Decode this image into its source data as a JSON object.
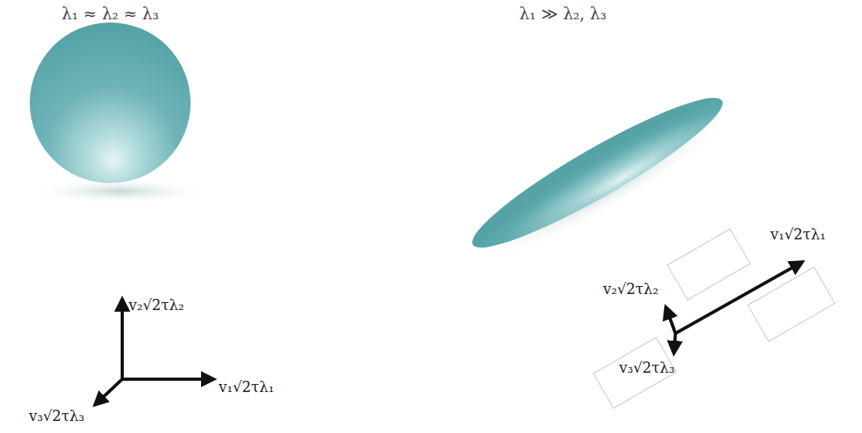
{
  "diagram": {
    "labels": [
      "λ₁ ≈ λ₂ ≈ λ₃",
      "v₂√2τλ₂",
      "v₁√2τλ₁",
      "v₃√2τλ₃",
      "λ₁ ≫ λ₂, λ₃",
      "v₁√2τλ₁",
      "v₂√2τλ₂",
      "v₃√2τλ₃"
    ]
  }
}
